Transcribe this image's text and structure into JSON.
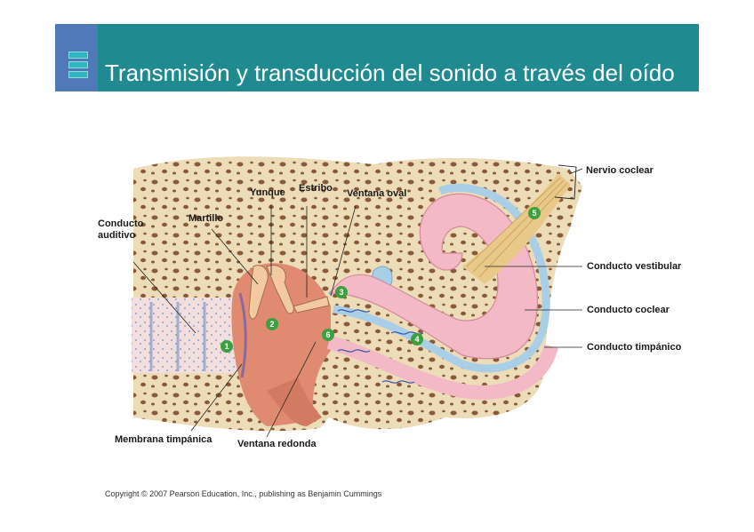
{
  "slide": {
    "title": "Transmisión y transducción del sonido a través del oído",
    "copyright": "Copyright © 2007 Pearson Education, Inc., publishing as Benjamin Cummings"
  },
  "labels": {
    "nervio_coclear": "Nervio coclear",
    "yunque": "Yunque",
    "estribo": "Estribo",
    "ventana_oval": "Ventana oval",
    "conducto_auditivo_1": "Conducto",
    "conducto_auditivo_2": "auditivo",
    "martillo": "Martillo",
    "conducto_vestibular": "Conducto vestibular",
    "conducto_coclear": "Conducto coclear",
    "conducto_timpanico": "Conducto timpánico",
    "membrana_timpanica": "Membrana timpánica",
    "ventana_redonda": "Ventana redonda"
  },
  "steps": [
    "1",
    "2",
    "3",
    "4",
    "5",
    "6"
  ],
  "colors": {
    "title_bar": "#1f8a8f",
    "title_accent": "#4f79b7",
    "bone": "#ecdcb8",
    "tissue": "#e08a72",
    "cochlea_pink": "#f3b9c6",
    "cochlea_blue": "#a9cfe6",
    "nerve": "#e9c98a",
    "step_badge": "#3aa040"
  }
}
